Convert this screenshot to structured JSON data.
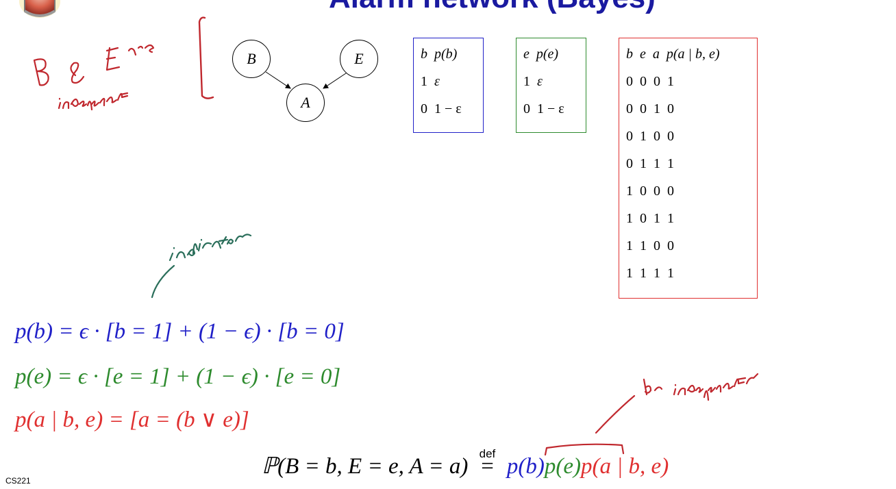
{
  "slide": {
    "title": "Alarm network (Bayes)",
    "footer": "CS221"
  },
  "graph": {
    "nodes": [
      "B",
      "E",
      "A"
    ]
  },
  "tables": {
    "pb": {
      "headers": [
        "b",
        "p(b)"
      ],
      "rows": [
        [
          "1",
          "ε"
        ],
        [
          "0",
          "1 − ε"
        ]
      ],
      "color": "#2020c8"
    },
    "pe": {
      "headers": [
        "e",
        "p(e)"
      ],
      "rows": [
        [
          "1",
          "ε"
        ],
        [
          "0",
          "1 − ε"
        ]
      ],
      "color": "#2e8b2e"
    },
    "pa": {
      "headers": [
        "b",
        "e",
        "a",
        "p(a | b, e)"
      ],
      "rows": [
        [
          "0",
          "0",
          "0",
          "1"
        ],
        [
          "0",
          "0",
          "1",
          "0"
        ],
        [
          "0",
          "1",
          "0",
          "0"
        ],
        [
          "0",
          "1",
          "1",
          "1"
        ],
        [
          "1",
          "0",
          "0",
          "0"
        ],
        [
          "1",
          "0",
          "1",
          "1"
        ],
        [
          "1",
          "1",
          "0",
          "0"
        ],
        [
          "1",
          "1",
          "1",
          "1"
        ]
      ],
      "color": "#e03030"
    }
  },
  "formulas": {
    "pb": "p(b) = ϵ · [b = 1] + (1 − ϵ) · [b = 0]",
    "pe": "p(e) = ϵ · [e = 1] + (1 − ϵ) · [e = 0]",
    "pa": "p(a | b, e) = [a = (b ∨ e)]",
    "joint_lhs": "ℙ(B = b, E = e, A = a)",
    "def": "def",
    "joint_pb": "p(b)",
    "joint_pe": "p(e)",
    "joint_pa": "p(a | b, e)"
  },
  "annotations": {
    "indep_note": "B & E are independent",
    "indicator_note": "indicator",
    "bc_note": "bc independent"
  },
  "colors": {
    "blue": "#2020c8",
    "green": "#2e8b2e",
    "red": "#e03030",
    "ink_red": "#c0282e",
    "ink_green": "#2a6e5a"
  }
}
